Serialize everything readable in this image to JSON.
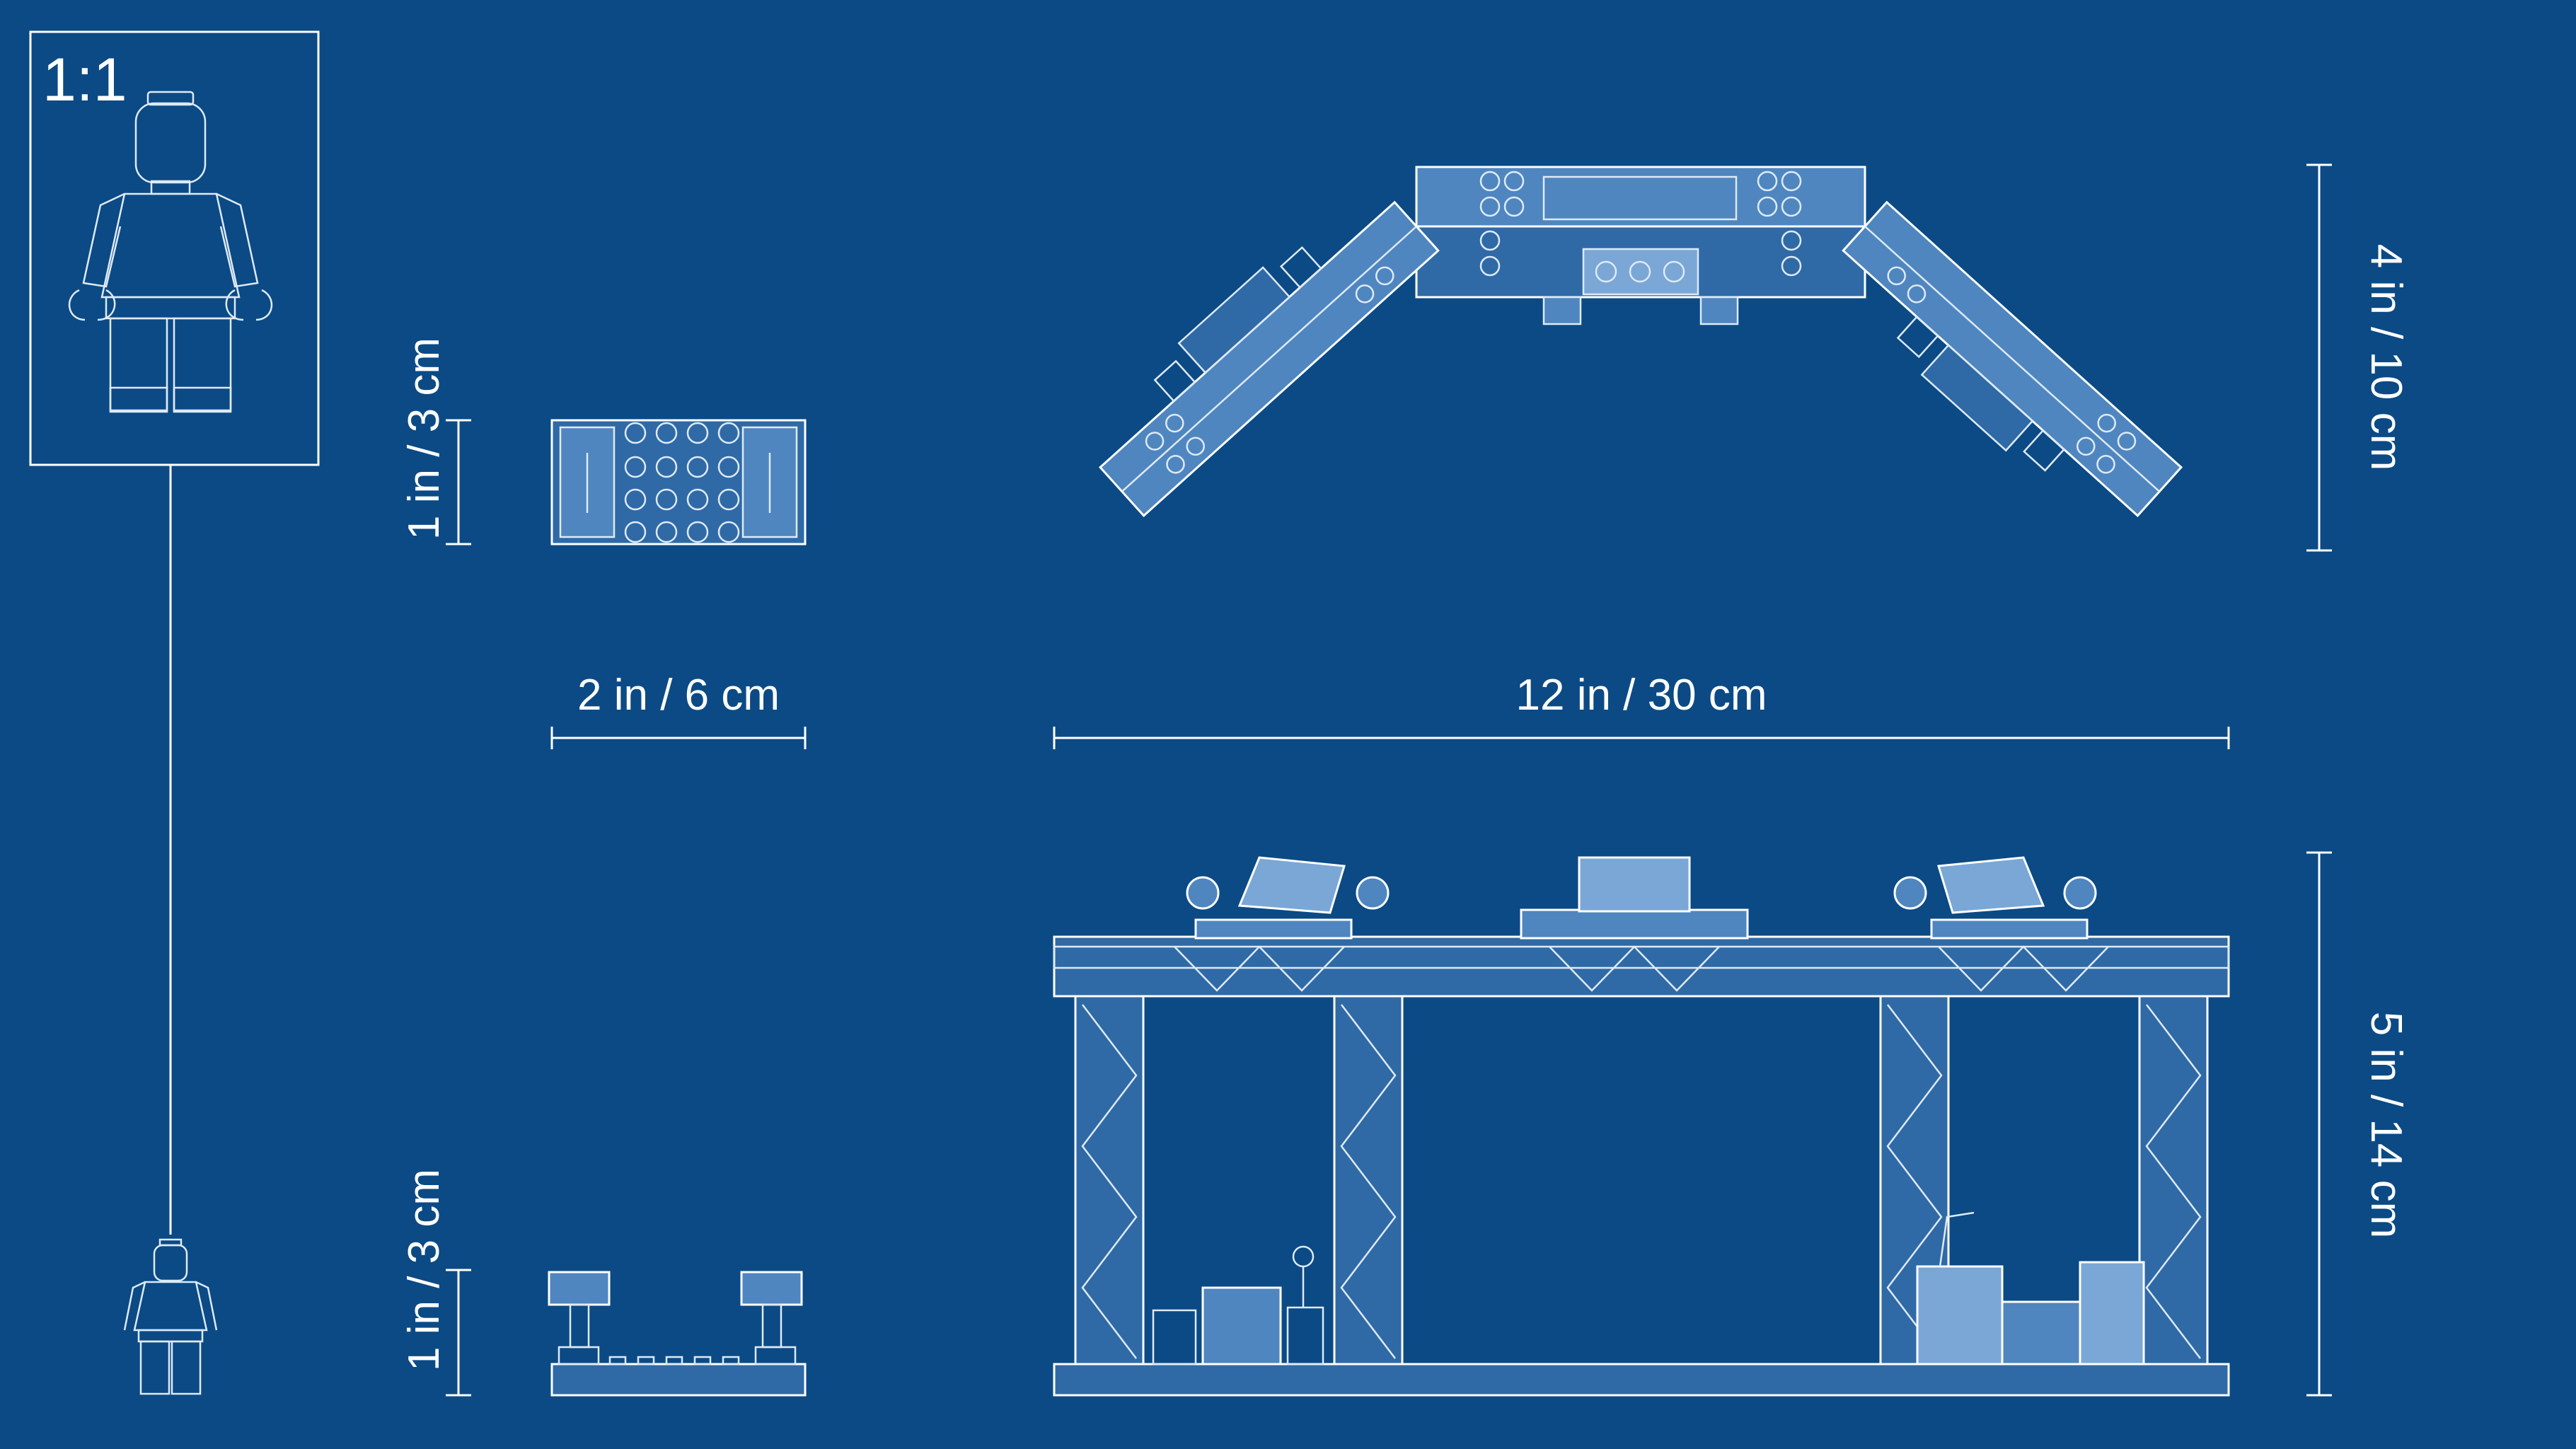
{
  "scale_box": {
    "label": "1:1"
  },
  "dimensions": {
    "brick_height_top": "1 in / 3 cm",
    "brick_width": "2 in / 6 cm",
    "brick_height_bottom": "1 in / 3 cm",
    "arch_width": "12 in / 30 cm",
    "arch_depth": "4 in / 10 cm",
    "arch_height": "5 in / 14 cm"
  },
  "colors": {
    "background": "#0b4a85",
    "line": "#ffffff",
    "fill_dark": "#2f6aa6",
    "fill_mid": "#4f86c0",
    "fill_light": "#7aa7d6"
  },
  "icons": [
    "minifigure-icon",
    "minifigure-small-icon"
  ]
}
